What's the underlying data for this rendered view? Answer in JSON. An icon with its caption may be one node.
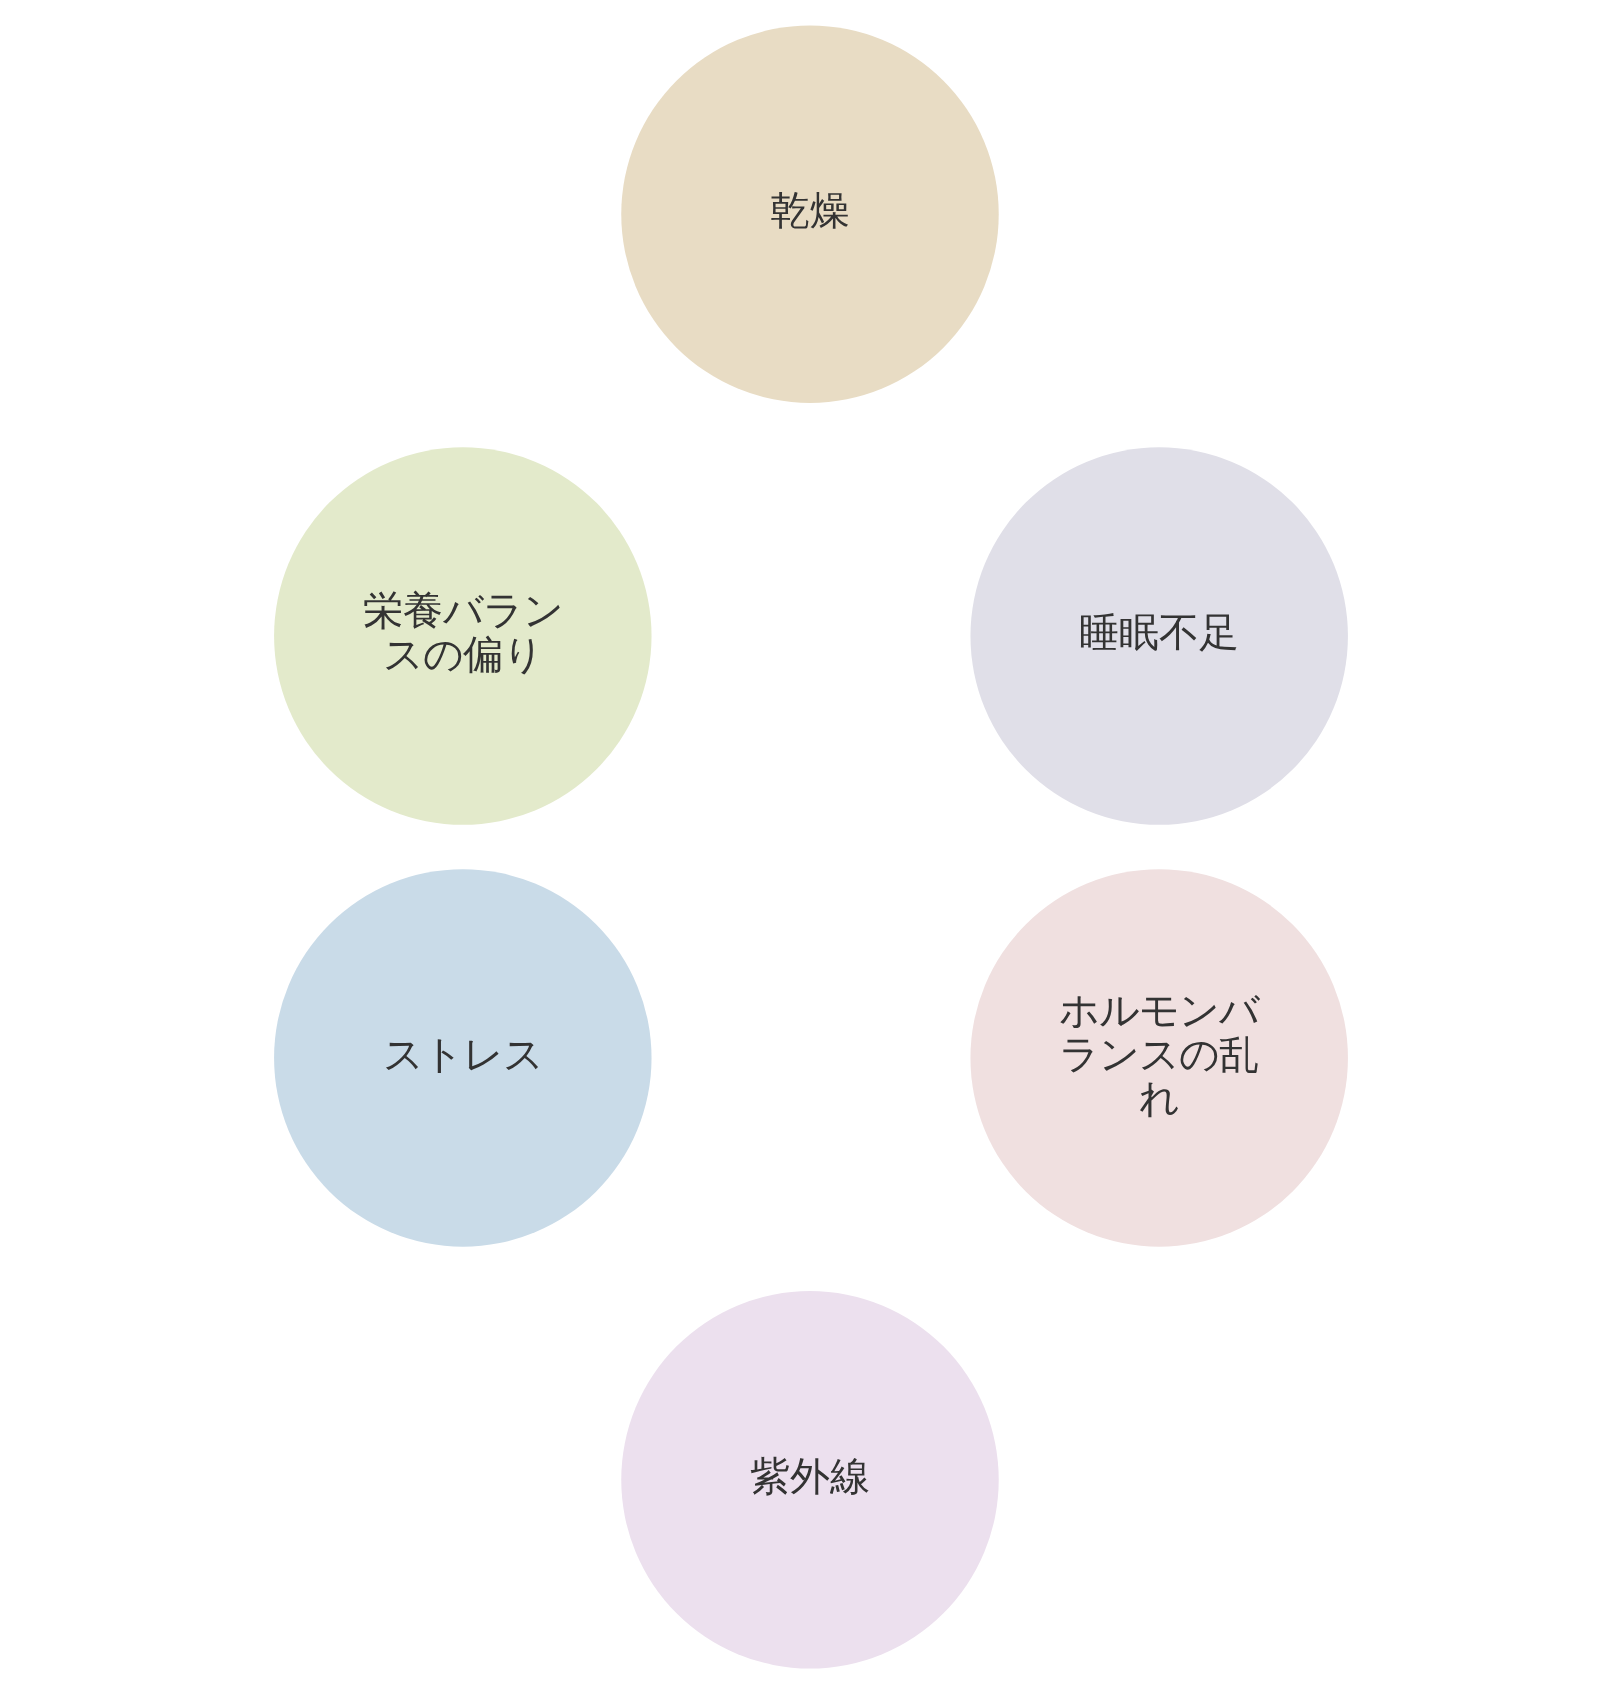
{
  "diagram": {
    "nodes": [
      {
        "text": [
          "乾燥"
        ]
      },
      {
        "text": [
          "栄養バランスの偏り"
        ]
      },
      {
        "text": [
          "睡眠不足"
        ]
      },
      {
        "text": [
          "ストレス"
        ]
      },
      {
        "text": [
          "ホルモンバランスの乱れ"
        ]
      },
      {
        "text": [
          "紫外線"
        ]
      }
    ]
  }
}
